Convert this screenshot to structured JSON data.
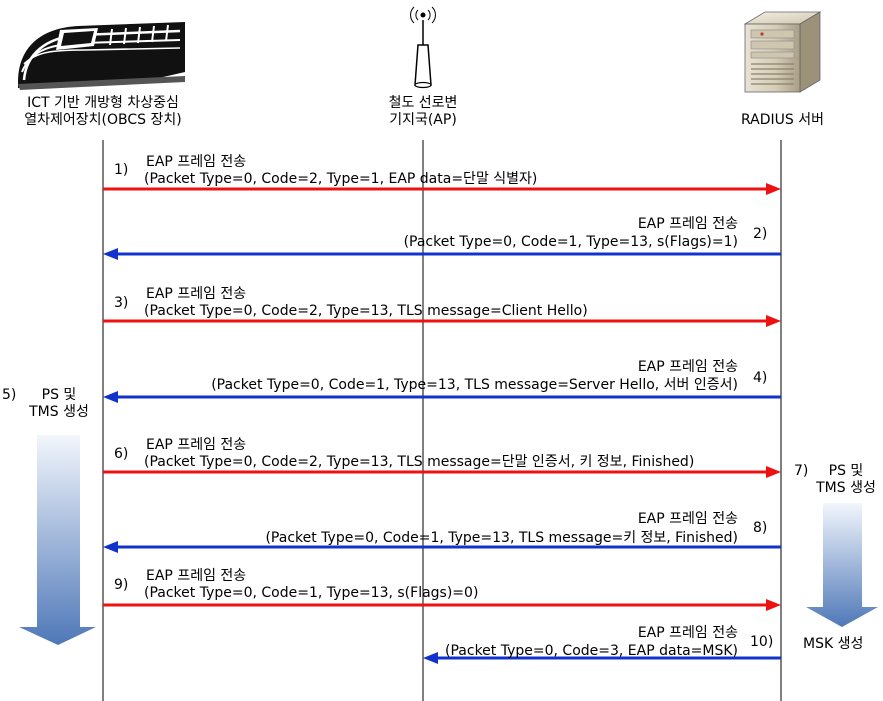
{
  "colors": {
    "request_arrow": "#ee1111",
    "response_arrow": "#1133cc",
    "lifeline": "#000000",
    "gradient_top": "#f2f6fc",
    "gradient_bottom": "#4f78b8"
  },
  "actors": {
    "obcs": {
      "icon": "train-icon",
      "line1": "ICT 기반 개방형 차상중심",
      "line2": "열차제어장치(OBCS 장치)"
    },
    "ap": {
      "icon": "antenna-icon",
      "line1": "철도 선로변",
      "line2": "기지국(AP)"
    },
    "radius": {
      "icon": "server-icon",
      "line1": "RADIUS 서버"
    }
  },
  "messages": [
    {
      "num": "1)",
      "title": "EAP 프레임 전송",
      "detail": "(Packet Type=0, Code=2, Type=1, EAP data=단말 식별자)",
      "direction": "to-radius"
    },
    {
      "num": "2)",
      "title": "EAP 프레임 전송",
      "detail": "(Packet Type=0, Code=1, Type=13, s(Flags)=1)",
      "direction": "to-obcs"
    },
    {
      "num": "3)",
      "title": "EAP 프레임 전송",
      "detail": "(Packet Type=0, Code=2, Type=13, TLS message=Client Hello)",
      "direction": "to-radius"
    },
    {
      "num": "4)",
      "title": "EAP 프레임 전송",
      "detail": "(Packet Type=0, Code=1, Type=13, TLS message=Server Hello, 서버 인증서)",
      "direction": "to-obcs"
    },
    {
      "num": "6)",
      "title": "EAP 프레임 전송",
      "detail": "(Packet Type=0, Code=2, Type=13, TLS message=단말 인증서, 키 정보, Finished)",
      "direction": "to-radius"
    },
    {
      "num": "8)",
      "title": "EAP 프레임 전송",
      "detail": "(Packet Type=0, Code=1, Type=13, TLS message=키 정보, Finished)",
      "direction": "to-obcs"
    },
    {
      "num": "9)",
      "title": "EAP 프레임 전송",
      "detail": "(Packet Type=0, Code=1, Type=13, s(Flags)=0)",
      "direction": "to-radius"
    },
    {
      "num": "10)",
      "title": "EAP 프레임 전송",
      "detail": "(Packet Type=0, Code=3, EAP data=MSK)",
      "direction": "to-ap"
    }
  ],
  "steps": {
    "step5": {
      "num": "5)",
      "line1": "PS 및",
      "line2": "TMS 생성"
    },
    "step7": {
      "num": "7)",
      "line1": "PS 및",
      "line2": "TMS 생성"
    },
    "msk": {
      "text": "MSK 생성"
    }
  }
}
